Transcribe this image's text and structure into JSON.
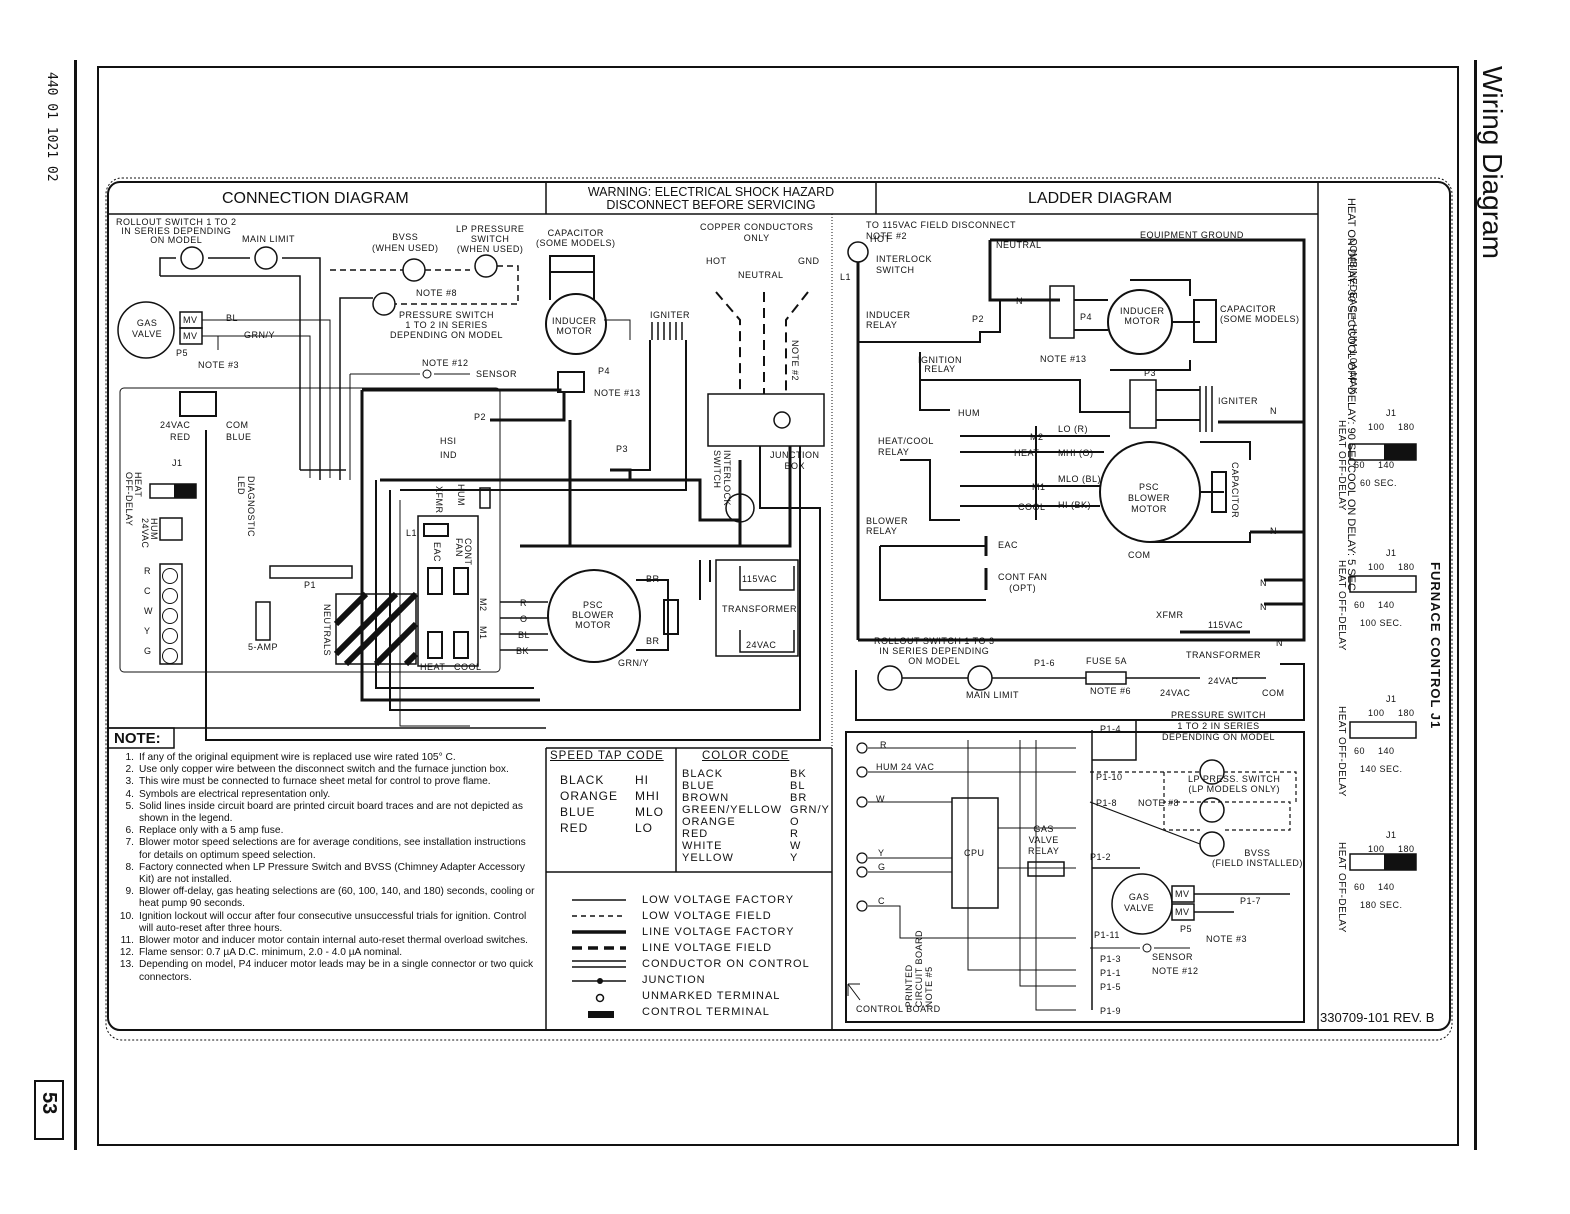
{
  "page": {
    "side_code": "440 01 1021 02",
    "page_number": "53",
    "section_title": "Wiring Diagram",
    "furnace_control_label": "FURNACE CONTROL   J1",
    "revision": "330709-101 REV. B"
  },
  "header": {
    "connection_title": "CONNECTION DIAGRAM",
    "warning_line1": "WARNING:  ELECTRICAL SHOCK HAZARD",
    "warning_line2": "DISCONNECT BEFORE SERVICING",
    "ladder_title": "LADDER DIAGRAM"
  },
  "delays": {
    "line1": "COOL ON DELAY: 5 SEC",
    "line2": "COOL OFF DELAY: 90 SEC",
    "line3": "HEAT ON DELAY: 30 SEC",
    "eac_line1": "EAC + HUM 1.0A MAX",
    "eac_line2": "COMBINED"
  },
  "jumpers": [
    {
      "label": "J1",
      "side": "HEAT OFF-DELAY",
      "v1": "100",
      "v2": "180",
      "v3": "60",
      "v4": "140",
      "setting": "60 SEC."
    },
    {
      "label": "J1",
      "side": "HEAT OFF-DELAY",
      "v1": "100",
      "v2": "180",
      "v3": "60",
      "v4": "140",
      "setting": "100 SEC."
    },
    {
      "label": "J1",
      "side": "HEAT OFF-DELAY",
      "v1": "100",
      "v2": "180",
      "v3": "60",
      "v4": "140",
      "setting": "140 SEC."
    },
    {
      "label": "J1",
      "side": "HEAT OFF-DELAY",
      "v1": "100",
      "v2": "180",
      "v3": "60",
      "v4": "140",
      "setting": "180 SEC."
    }
  ],
  "connection": {
    "rollout": "ROLLOUT SWITCH 1 TO 2\nIN SERIES DEPENDING\nON MODEL",
    "main_limit": "MAIN LIMIT",
    "bvss": "BVSS\n(WHEN USED)",
    "lp_pressure": "LP PRESSURE\nSWITCH\n(WHEN USED)",
    "note8": "NOTE #8",
    "pressure_switch": "PRESSURE SWITCH\n1 TO 2 IN SERIES\nDEPENDING ON MODEL",
    "gas_valve": "GAS\nVALVE",
    "mv": "MV",
    "p5": "P5",
    "note3": "NOTE #3",
    "bl": "BL",
    "grny": "GRN/Y",
    "r": "R",
    "o": "O",
    "y": "Y",
    "w": "W",
    "note12": "NOTE #12",
    "sensor": "SENSOR",
    "capacitor": "CAPACITOR\n(SOME MODELS)",
    "inducer_motor": "INDUCER\nMOTOR",
    "p4": "P4",
    "note13": "NOTE #13",
    "igniter": "IGNITER",
    "copper": "COPPER CONDUCTORS\nONLY",
    "hot": "HOT",
    "neutral": "NEUTRAL",
    "gnd": "GND",
    "bk": "BK",
    "note2": "NOTE #2",
    "interlock": "INTERLOCK\nSWITCH",
    "junction_box": "JUNCTION\nBOX",
    "p2": "P2",
    "hsi": "HSI",
    "ind": "IND",
    "p3": "P3",
    "vac24": "24VAC",
    "red": "RED",
    "com": "COM",
    "blue": "BLUE",
    "j1": "J1",
    "heat_off_delay": "HEAT\nOFF-DELAY",
    "diag_led": "DIAGNOSTIC\nLED",
    "hum24": "HUM\n24VAC",
    "terminals": [
      "R",
      "C",
      "W",
      "Y",
      "G"
    ],
    "xfmr": "XFMR",
    "hum": "HUM",
    "l1": "L1",
    "eac": "EAC",
    "cont_fan": "CONT\nFAN",
    "p1": "P1",
    "amp5": "5-AMP",
    "neutrals": "NEUTRALS",
    "m2": "M2",
    "m1": "M1",
    "heat": "HEAT",
    "cool": "COOL",
    "psc": "PSC\nBLOWER\nMOTOR",
    "br": "BR",
    "vac115": "115VAC",
    "transformer": "TRANSFORMER"
  },
  "ladder": {
    "field_disconnect": "TO 115VAC FIELD DISCONNECT\nNOTE #2",
    "hot": "HOT",
    "neutral": "NEUTRAL",
    "equipment_ground": "EQUIPMENT GROUND",
    "interlock": "INTERLOCK\nSWITCH",
    "l1": "L1",
    "inducer_relay": "INDUCER\nRELAY",
    "p2": "P2",
    "p4": "P4",
    "inducer_motor": "INDUCER\nMOTOR",
    "capacitor": "CAPACITOR\n(SOME MODELS)",
    "ignition_relay": "IGNITION\nRELAY",
    "note13": "NOTE #13",
    "p3": "P3",
    "igniter": "IGNITER",
    "hum": "HUM",
    "heat_cool_relay": "HEAT/COOL\nRELAY",
    "m2": "M2",
    "heat": "HEAT",
    "m1": "M1",
    "cool": "COOL",
    "lo": "LO (R)",
    "mhi": "MHI (O)",
    "mlo": "MLO (BL)",
    "hi": "HI (BK)",
    "psc": "PSC\nBLOWER\nMOTOR",
    "cap_vert": "CAPACITOR",
    "com": "COM",
    "blower_relay": "BLOWER\nRELAY",
    "eac": "EAC",
    "cont_fan": "CONT FAN\n(OPT)",
    "n": "N",
    "xfmr": "XFMR",
    "vac115": "115VAC",
    "transformer": "TRANSFORMER",
    "rollout": "ROLLOUT SWITCH 1 TO 3\nIN SERIES DEPENDING\nON MODEL",
    "main_limit": "MAIN LIMIT",
    "p16": "P1-6",
    "fuse": "FUSE 5A",
    "note6": "NOTE #6",
    "vac24": "24VAC",
    "com2": "COM",
    "pressure_switch": "PRESSURE SWITCH\n1 TO 2 IN SERIES\nDEPENDING ON MODEL",
    "p14": "P1-4",
    "r": "R",
    "hum24": "HUM  24 VAC",
    "p110": "P1-10",
    "lp_press": "LP PRESS. SWITCH\n(LP MODELS ONLY)",
    "w": "W",
    "p18": "P1-8",
    "note8": "NOTE #8",
    "cpu": "CPU",
    "gas_valve_relay": "GAS\nVALVE\nRELAY",
    "p12": "P1-2",
    "bvss": "BVSS\n(FIELD INSTALLED)",
    "y": "Y",
    "g": "G",
    "c": "C",
    "gas_valve": "GAS\nVALVE",
    "mv": "MV",
    "p17": "P1-7",
    "p5": "P5",
    "note3": "NOTE #3",
    "p111": "P1-11",
    "sensor": "SENSOR",
    "note12": "NOTE #12",
    "p13": "P1-3",
    "p11": "P1-1",
    "p15": "P1-5",
    "p19": "P1-9",
    "printed": "PRINTED\nCIRCUIT BOARD\nNOTE #5",
    "control_board": "CONTROL BOARD"
  },
  "notes_title": "NOTE:",
  "notes": [
    {
      "num": "1.",
      "text": "If any of the original equipment wire is replaced use wire rated 105° C."
    },
    {
      "num": "2.",
      "text": "Use only copper wire between the disconnect switch and the furnace junction box."
    },
    {
      "num": "3.",
      "text": "This wire must be connected to furnace sheet metal for control to prove flame."
    },
    {
      "num": "4.",
      "text": "Symbols are electrical representation only."
    },
    {
      "num": "5.",
      "text": "Solid lines inside circuit board are printed circuit board traces and are not depicted as shown in the legend."
    },
    {
      "num": "6.",
      "text": "Replace only with a 5 amp fuse."
    },
    {
      "num": "7.",
      "text": "Blower motor speed selections are for average conditions, see installation instructions for details on optimum speed selection."
    },
    {
      "num": "8.",
      "text": "Factory connected when LP Pressure Switch and BVSS (Chimney Adapter Accessory Kit) are not installed."
    },
    {
      "num": "9.",
      "text": "Blower off-delay, gas heating selections are (60, 100, 140, and 180) seconds, cooling or heat pump 90 seconds."
    },
    {
      "num": "10.",
      "text": "Ignition lockout will occur after four consecutive unsuccessful trials for ignition.  Control will auto-reset after three hours."
    },
    {
      "num": "11.",
      "text": "Blower motor and inducer motor contain internal auto-reset thermal overload switches."
    },
    {
      "num": "12.",
      "text": "Flame sensor: 0.7 µA D.C. minimum, 2.0 - 4.0 µA nominal."
    },
    {
      "num": "13.",
      "text": "Depending on model, P4 inducer motor leads may be in a single connector or two quick connectors."
    }
  ],
  "speed_tap": {
    "title": "SPEED TAP CODE",
    "rows": [
      [
        "BLACK",
        "HI"
      ],
      [
        "ORANGE",
        "MHI"
      ],
      [
        "BLUE",
        "MLO"
      ],
      [
        "RED",
        "LO"
      ]
    ]
  },
  "color_code": {
    "title": "COLOR CODE",
    "rows": [
      [
        "BLACK",
        "BK"
      ],
      [
        "BLUE",
        "BL"
      ],
      [
        "BROWN",
        "BR"
      ],
      [
        "GREEN/YELLOW",
        "GRN/Y"
      ],
      [
        "ORANGE",
        "O"
      ],
      [
        "RED",
        "R"
      ],
      [
        "WHITE",
        "W"
      ],
      [
        "YELLOW",
        "Y"
      ]
    ]
  },
  "legend": [
    {
      "style": "thin-solid",
      "label": "LOW VOLTAGE FACTORY"
    },
    {
      "style": "thin-dash",
      "label": "LOW VOLTAGE FIELD"
    },
    {
      "style": "thick-solid",
      "label": "LINE VOLTAGE FACTORY"
    },
    {
      "style": "thick-dash",
      "label": "LINE VOLTAGE FIELD"
    },
    {
      "style": "double",
      "label": "CONDUCTOR ON CONTROL"
    },
    {
      "style": "junction",
      "label": "JUNCTION"
    },
    {
      "style": "circle",
      "label": "UNMARKED TERMINAL"
    },
    {
      "style": "bar",
      "label": "CONTROL TERMINAL"
    }
  ]
}
